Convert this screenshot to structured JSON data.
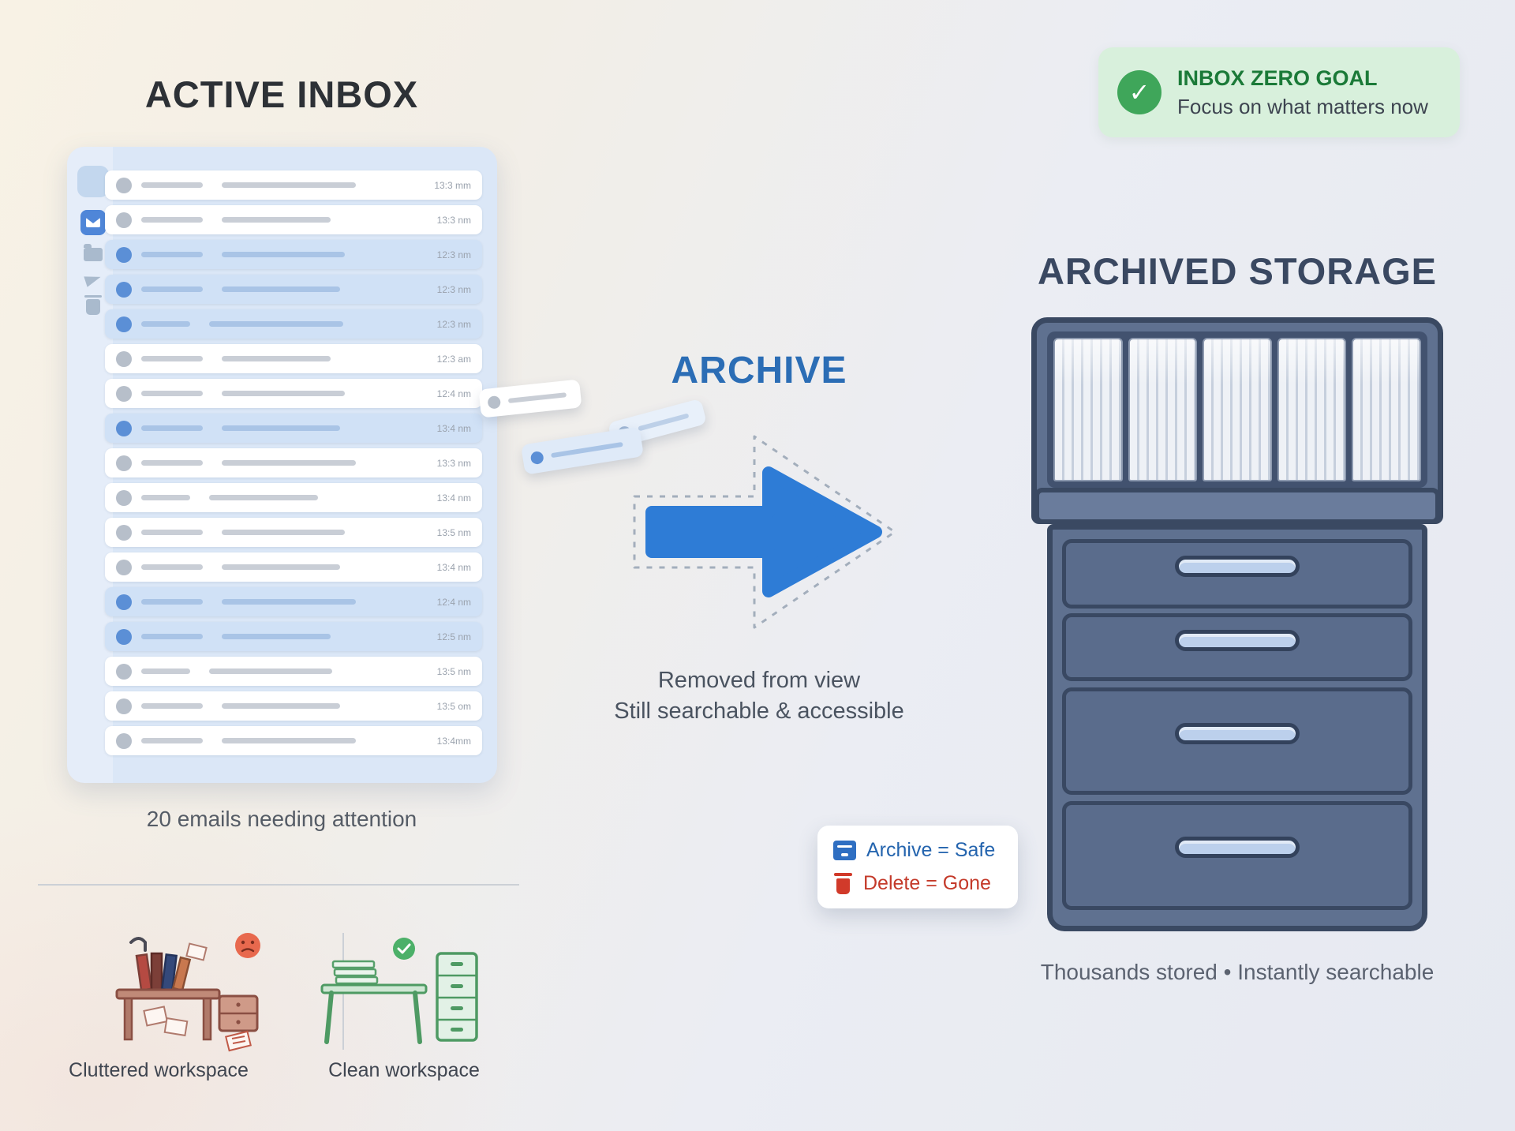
{
  "colors": {
    "accent_blue": "#2e7cd6",
    "panel_blue": "#dbe7f7",
    "cabinet_dark": "#3a4962",
    "cabinet_mid": "#5f7190",
    "badge_green": "#3fa65a",
    "delete_red": "#c43a2a"
  },
  "active_inbox": {
    "title": "ACTIVE INBOX",
    "caption": "20 emails needing attention",
    "emails": [
      {
        "time": "13:3 mm",
        "highlighted": false
      },
      {
        "time": "13:3 nm",
        "highlighted": false
      },
      {
        "time": "12:3 nm",
        "highlighted": true
      },
      {
        "time": "12:3 nm",
        "highlighted": true
      },
      {
        "time": "12:3 nm",
        "highlighted": true
      },
      {
        "time": "12:3 am",
        "highlighted": false
      },
      {
        "time": "12:4 nm",
        "highlighted": false
      },
      {
        "time": "13:4 nm",
        "highlighted": true
      },
      {
        "time": "13:3 nm",
        "highlighted": false
      },
      {
        "time": "13:4 nm",
        "highlighted": false
      },
      {
        "time": "13:5 nm",
        "highlighted": false
      },
      {
        "time": "13:4 nm",
        "highlighted": false
      },
      {
        "time": "12:4 nm",
        "highlighted": true
      },
      {
        "time": "12:5 nm",
        "highlighted": true
      },
      {
        "time": "13:5 nm",
        "highlighted": false
      },
      {
        "time": "13:5 om",
        "highlighted": false
      },
      {
        "time": "13:4mm",
        "highlighted": false
      }
    ]
  },
  "archive": {
    "title": "ARCHIVE",
    "note_line1": "Removed from view",
    "note_line2": "Still searchable & accessible"
  },
  "inbox_zero_badge": {
    "title": "INBOX ZERO GOAL",
    "subtitle": "Focus on what matters now",
    "check_glyph": "✓"
  },
  "archived_storage": {
    "title": "ARCHIVED STORAGE",
    "caption": "Thousands stored • Instantly searchable"
  },
  "legend": {
    "archive_label": "Archive = Safe",
    "delete_label": "Delete = Gone"
  },
  "workspaces": {
    "cluttered_label": "Cluttered workspace",
    "clean_label": "Clean workspace"
  }
}
